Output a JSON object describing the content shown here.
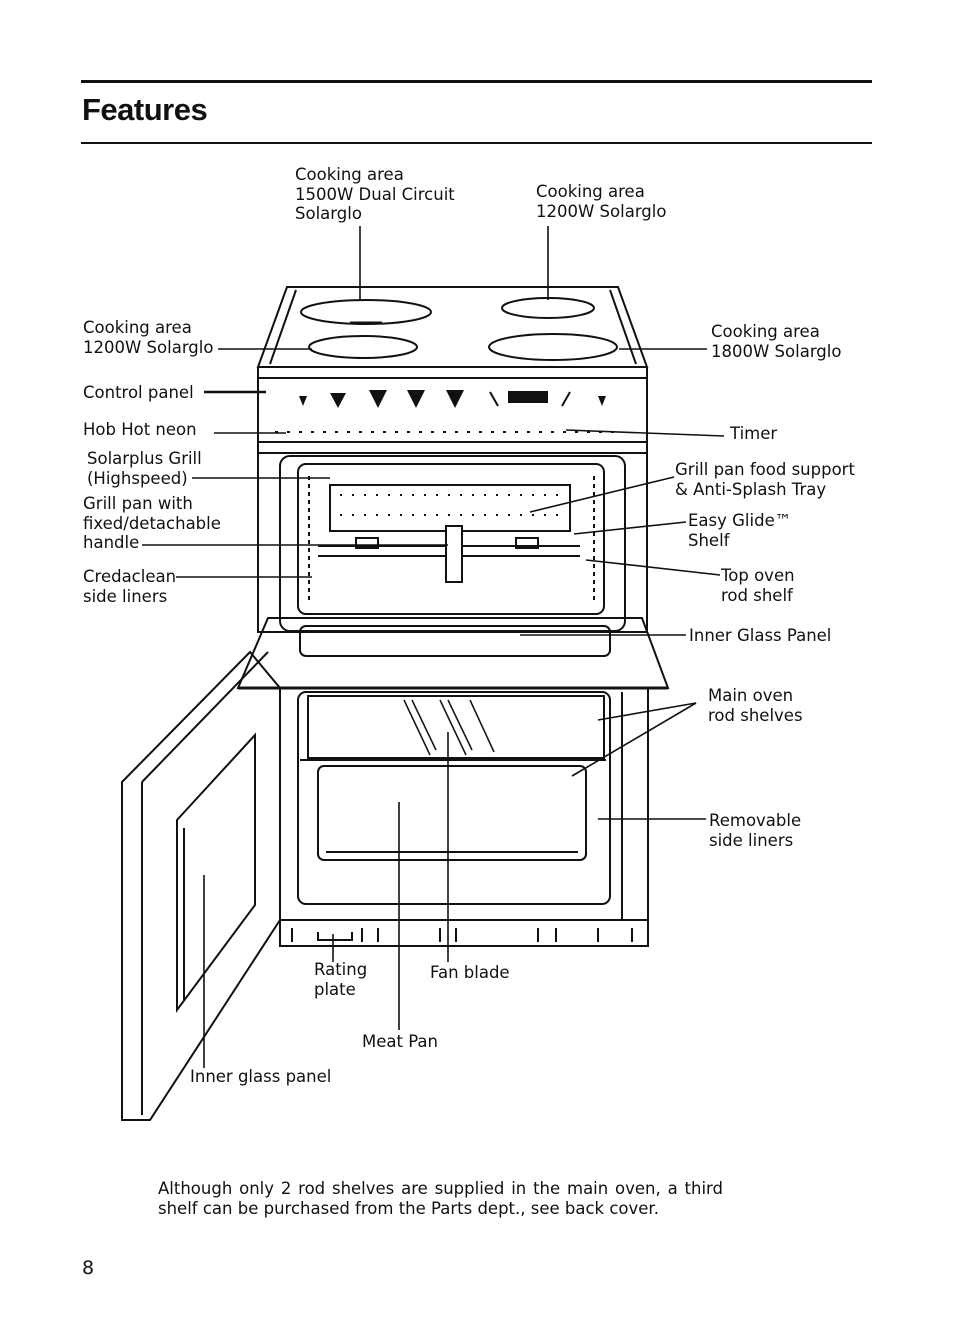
{
  "page": {
    "title": "Features",
    "page_number": "8",
    "footnote": "Although only 2 rod shelves are supplied in the main oven, a third shelf can be purchased from the Parts dept., see back cover."
  },
  "labels": {
    "cooking_area_1500": "Cooking area\n1500W Dual Circuit\nSolarglo",
    "cooking_area_1200_top": "Cooking area\n1200W Solarglo",
    "cooking_area_1200_left": "Cooking area\n1200W Solarglo",
    "cooking_area_1800": "Cooking area\n1800W Solarglo",
    "control_panel": "Control panel",
    "hob_hot_neon": "Hob Hot neon",
    "timer": "Timer",
    "solarplus_grill": "Solarplus Grill\n(Highspeed)",
    "grill_pan_food_support": "Grill pan food support\n& Anti-Splash Tray",
    "grill_pan_handle": "Grill pan with\nfixed/detachable\nhandle",
    "easy_glide_shelf": "Easy Glide™\nShelf",
    "credaclean_side_liners": "Credaclean\nside liners",
    "top_oven_rod_shelf": "Top oven\nrod shelf",
    "inner_glass_panel_top": "Inner Glass Panel",
    "main_oven_rod_shelves": "Main oven\nrod shelves",
    "removable_side_liners": "Removable\nside liners",
    "rating_plate": "Rating\nplate",
    "fan_blade": "Fan blade",
    "meat_pan": "Meat Pan",
    "inner_glass_panel_door": "Inner glass panel"
  }
}
